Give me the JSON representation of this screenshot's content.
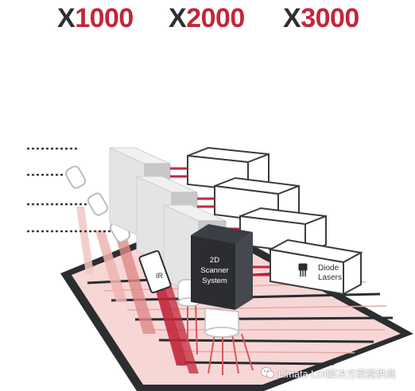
{
  "models": [
    {
      "prefix": "X",
      "number": "1000"
    },
    {
      "prefix": "X",
      "number": "2000"
    },
    {
      "prefix": "X",
      "number": "3000"
    }
  ],
  "scanner": {
    "line1": "2D",
    "line2": "Scanner",
    "line3": "System"
  },
  "ir_label": "IR",
  "diode": {
    "line1": "Diode",
    "line2": "Lasers"
  },
  "watermark": "Limata LDI解决方案提供商",
  "colors": {
    "accent_red": "#c1273a",
    "dark": "#2d2f33",
    "beam_light": "#f2c6c3",
    "beam_mid": "#e08a86",
    "gray_light": "#eeeeee",
    "gray_mid": "#d4d4d4",
    "gray_dark": "#b9b9b9"
  },
  "icons": {
    "diode": "transistor-icon",
    "watermark": "wechat-icon"
  }
}
